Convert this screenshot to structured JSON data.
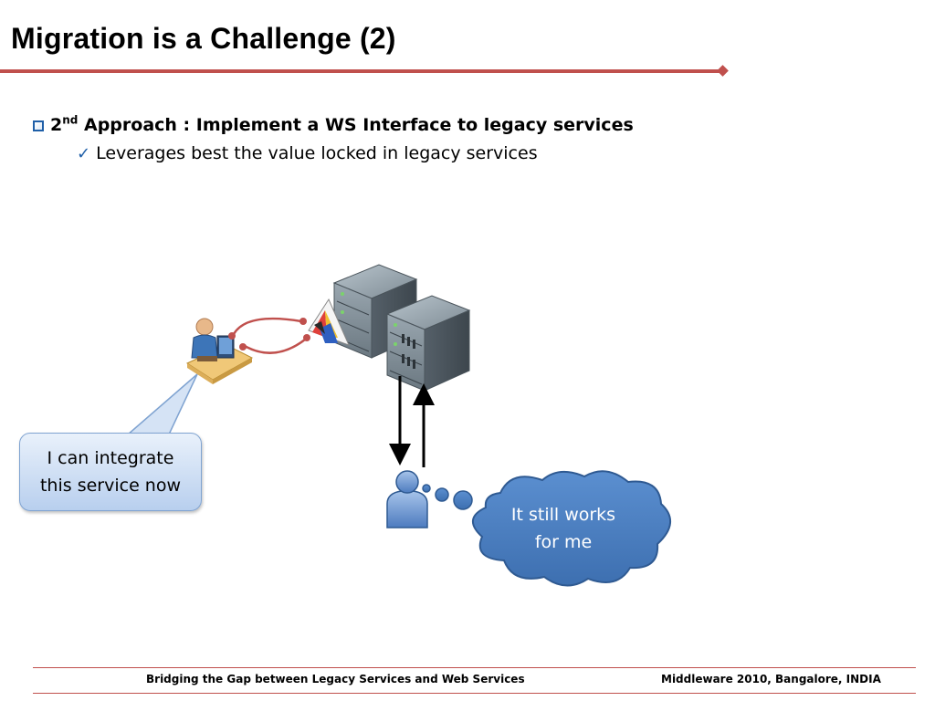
{
  "slide": {
    "title": "Migration is a Challenge (2)",
    "bullet1": {
      "prefix": "2",
      "superscript": "nd",
      "text": " Approach : Implement a WS Interface to legacy services"
    },
    "bullet2": {
      "text": "Leverages best the value locked in legacy services"
    },
    "callout_text": "I can integrate\nthis service now",
    "cloud_text": "It still works\nfor me"
  },
  "footer": {
    "left": "Bridging the Gap between Legacy Services and Web Services",
    "right": "Middleware 2010, Bangalore, INDIA"
  },
  "colors": {
    "accent": "#c0504d",
    "bullet": "#1f5fa8",
    "cloud_fill": "#4f81bd",
    "callout_fill": "#b8cfee"
  },
  "icons": [
    "square-bullet-icon",
    "checkmark-icon",
    "developer-desk-icon",
    "ws-interface-prism-icon",
    "server-rack-icon",
    "user-icon",
    "thought-cloud-icon"
  ]
}
